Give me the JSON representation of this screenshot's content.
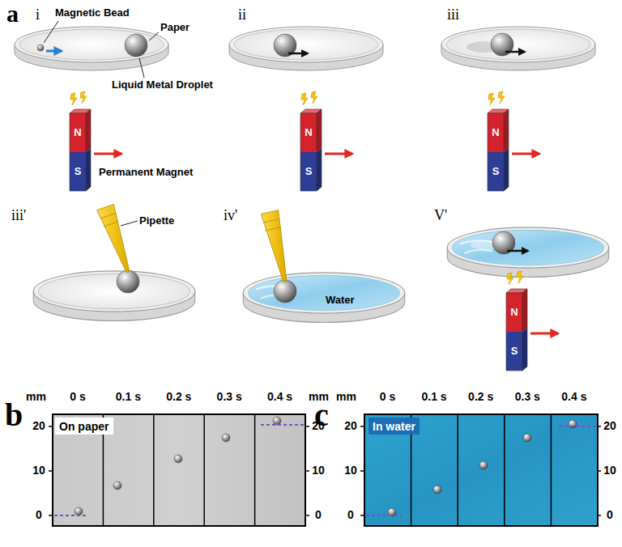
{
  "diagram": {
    "nodes": [
      {
        "text": [
          "On paper"
        ]
      },
      {
        "text": [
          "In water"
        ]
      }
    ],
    "labels": [
      "a",
      "i",
      "Magnetic Bead",
      "Paper",
      "Liquid Metal Droplet",
      "N",
      "S",
      "Permanent Magnet",
      "ii",
      "N",
      "S",
      "iii",
      "N",
      "S",
      "iii'",
      "Pipette",
      "iv'",
      "Water",
      "V'",
      "N",
      "S",
      "b",
      "mm",
      "0 s",
      "0.1 s",
      "0.2 s",
      "0.3 s",
      "0.4 s",
      "mm",
      "20",
      "10",
      "0",
      "20",
      "10",
      "0",
      "c",
      "mm",
      "0 s",
      "0.1 s",
      "0.2 s",
      "0.3 s",
      "0.4 s",
      "20",
      "10",
      "0",
      "20",
      "10",
      "0"
    ]
  }
}
